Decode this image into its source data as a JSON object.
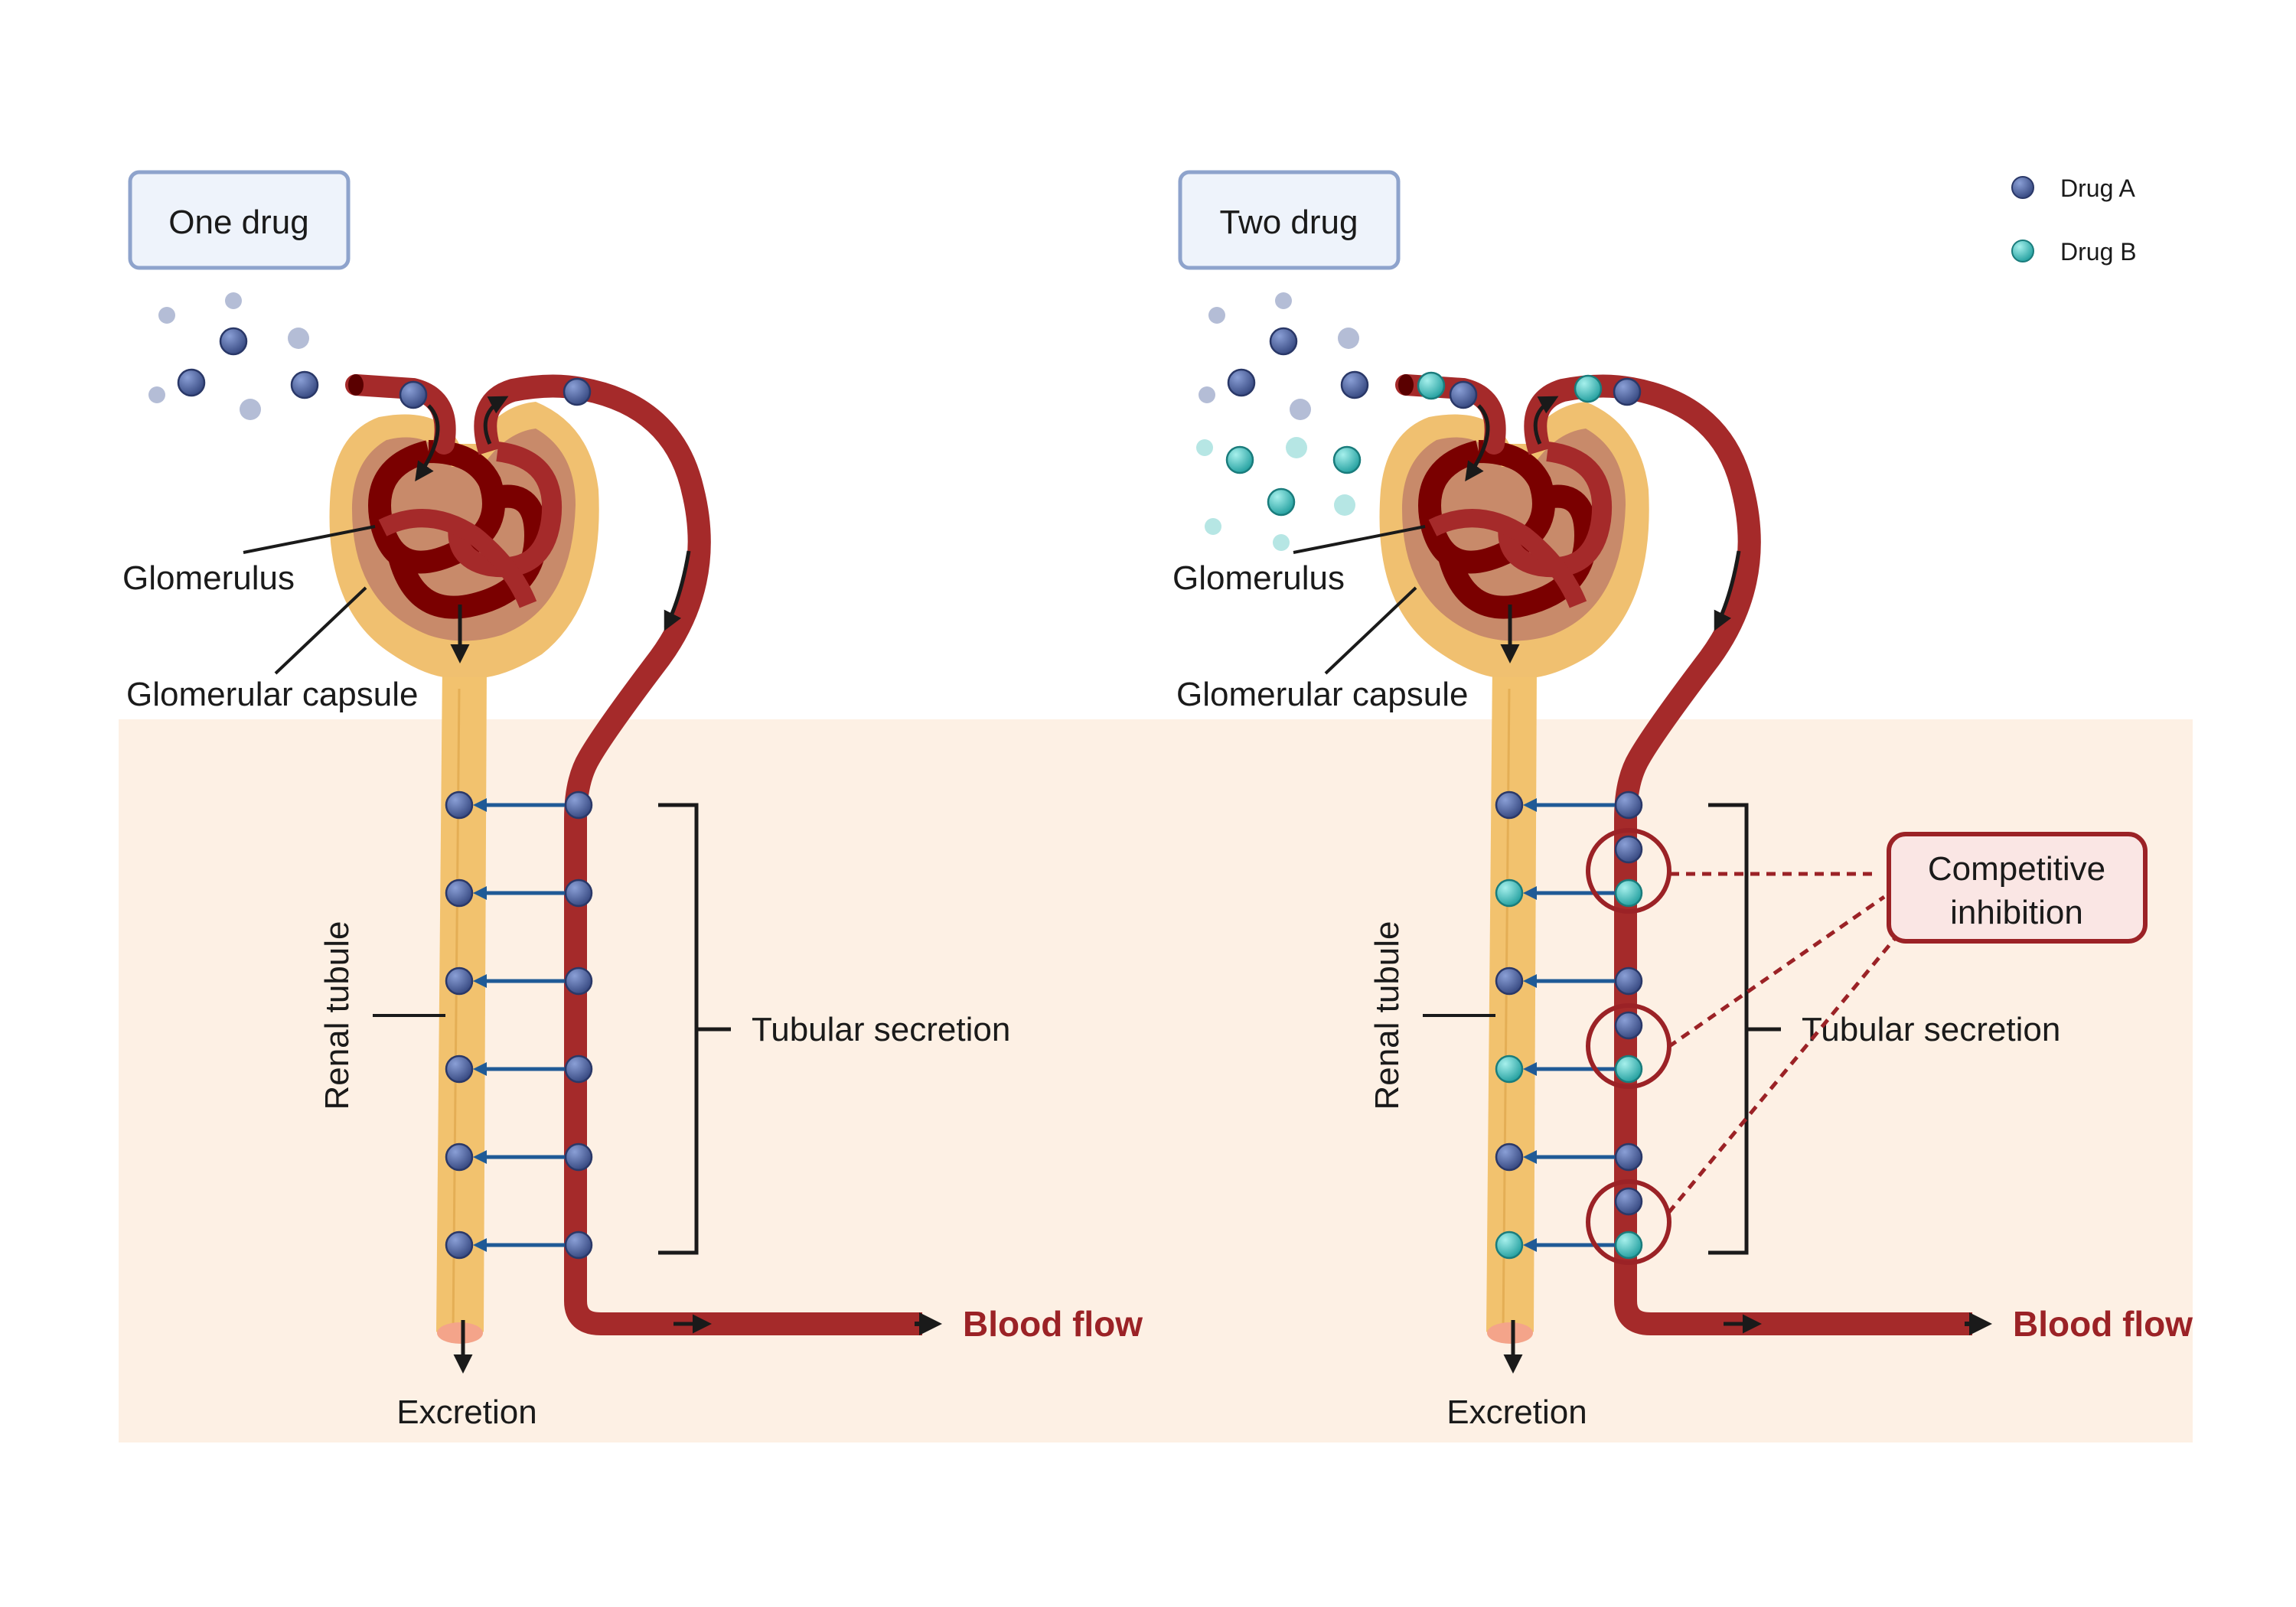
{
  "colors": {
    "blood": "#a52a2a",
    "blood_dark": "#7a0000",
    "capsule": "#f0c070",
    "capsule_inner": "#c88a6a",
    "tubule": "#f2c26e",
    "panel_bg": "#fdf0e4",
    "drug_a": "#4a5f9c",
    "drug_b": "#3cbcbc",
    "arrow_blue": "#1f5a96",
    "box_border": "#8ea3cc",
    "box_fill": "#eef3fb",
    "inhibition_border": "#9b2226",
    "inhibition_fill": "#fae6e4"
  },
  "legend": {
    "drug_a": "Drug A",
    "drug_b": "Drug B"
  },
  "panels": [
    {
      "title": "One drug",
      "glomerulus": "Glomerulus",
      "capsule": "Glomerular capsule",
      "tubule": "Renal tubule",
      "secretion": "Tubular secretion",
      "excretion": "Excretion",
      "blood_flow": "Blood flow",
      "tubule_drugs": [
        "A",
        "A",
        "A",
        "A",
        "A",
        "A"
      ]
    },
    {
      "title": "Two drug",
      "glomerulus": "Glomerulus",
      "capsule": "Glomerular capsule",
      "tubule": "Renal tubule",
      "secretion": "Tubular secretion",
      "excretion": "Excretion",
      "blood_flow": "Blood flow",
      "tubule_drugs": [
        "A",
        "B",
        "A",
        "B",
        "A",
        "B"
      ],
      "inhibition_label": [
        "Competitive",
        "inhibition"
      ]
    }
  ]
}
